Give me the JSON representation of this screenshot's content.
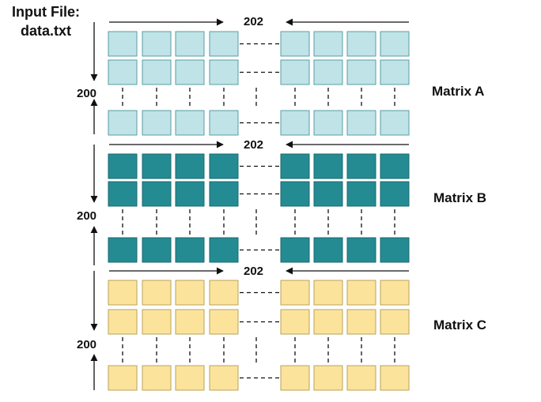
{
  "input": {
    "title": "Input File:",
    "filename": "data.txt"
  },
  "matrices": [
    {
      "name": "Matrix A",
      "cols": "202",
      "rows": "200",
      "fill": "#bfe3e6",
      "stroke": "#5a9ea3"
    },
    {
      "name": "Matrix B",
      "cols": "202",
      "rows": "200",
      "fill": "#248b92",
      "stroke": "#1a6a70"
    },
    {
      "name": "Matrix C",
      "cols": "202",
      "rows": "200",
      "fill": "#fbe39b",
      "stroke": "#b9a35a"
    }
  ]
}
